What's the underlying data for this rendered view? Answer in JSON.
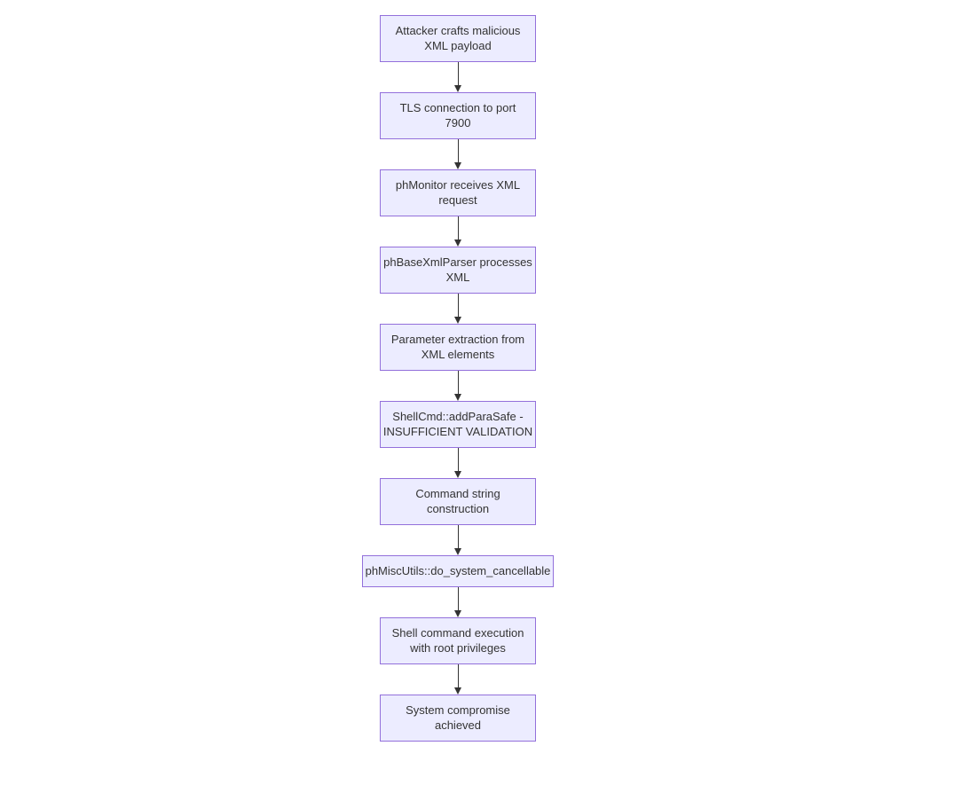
{
  "colors": {
    "node_fill": "#ececff",
    "node_border": "#9370db",
    "text": "#333333",
    "arrow": "#333333",
    "background": "#ffffff"
  },
  "diagram": {
    "type": "flowchart",
    "direction": "top-down",
    "nodes": [
      {
        "label": "Attacker crafts malicious XML payload",
        "lines": [
          "Attacker crafts malicious",
          "XML payload"
        ]
      },
      {
        "label": "TLS connection to port 7900",
        "lines": [
          "TLS connection to port",
          "7900"
        ]
      },
      {
        "label": "phMonitor receives XML request",
        "lines": [
          "phMonitor receives XML",
          "request"
        ]
      },
      {
        "label": "phBaseXmlParser processes XML",
        "lines": [
          "phBaseXmlParser processes",
          "XML"
        ]
      },
      {
        "label": "Parameter extraction from XML elements",
        "lines": [
          "Parameter extraction from",
          "XML elements"
        ]
      },
      {
        "label": "ShellCmd::addParaSafe - INSUFFICIENT VALIDATION",
        "lines": [
          "ShellCmd::addParaSafe -",
          "INSUFFICIENT VALIDATION"
        ]
      },
      {
        "label": "Command string construction",
        "lines": [
          "Command string",
          "construction"
        ]
      },
      {
        "label": "phMiscUtils::do_system_cancellable",
        "lines": [
          "phMiscUtils::do_system_cancellable"
        ]
      },
      {
        "label": "Shell command execution with root privileges",
        "lines": [
          "Shell command execution",
          "with root privileges"
        ]
      },
      {
        "label": "System compromise achieved",
        "lines": [
          "System compromise",
          "achieved"
        ]
      }
    ]
  }
}
